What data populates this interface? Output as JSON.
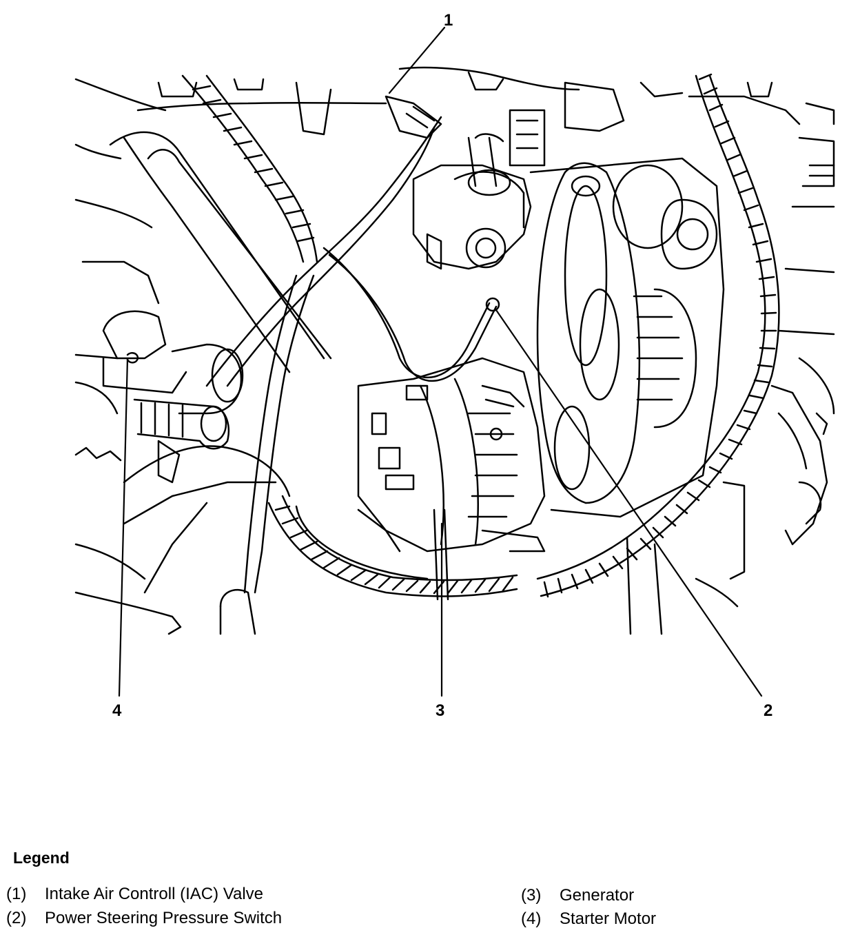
{
  "callouts": [
    {
      "number": "1",
      "target": "intake-air-control-valve"
    },
    {
      "number": "2",
      "target": "power-steering-pressure-switch"
    },
    {
      "number": "3",
      "target": "generator"
    },
    {
      "number": "4",
      "target": "starter-motor"
    }
  ],
  "legend": {
    "title": "Legend",
    "items": [
      {
        "number": "(1)",
        "label": "Intake Air Controll (IAC) Valve"
      },
      {
        "number": "(2)",
        "label": "Power Steering Pressure Switch"
      },
      {
        "number": "(3)",
        "label": "Generator"
      },
      {
        "number": "(4)",
        "label": "Starter Motor"
      }
    ]
  }
}
